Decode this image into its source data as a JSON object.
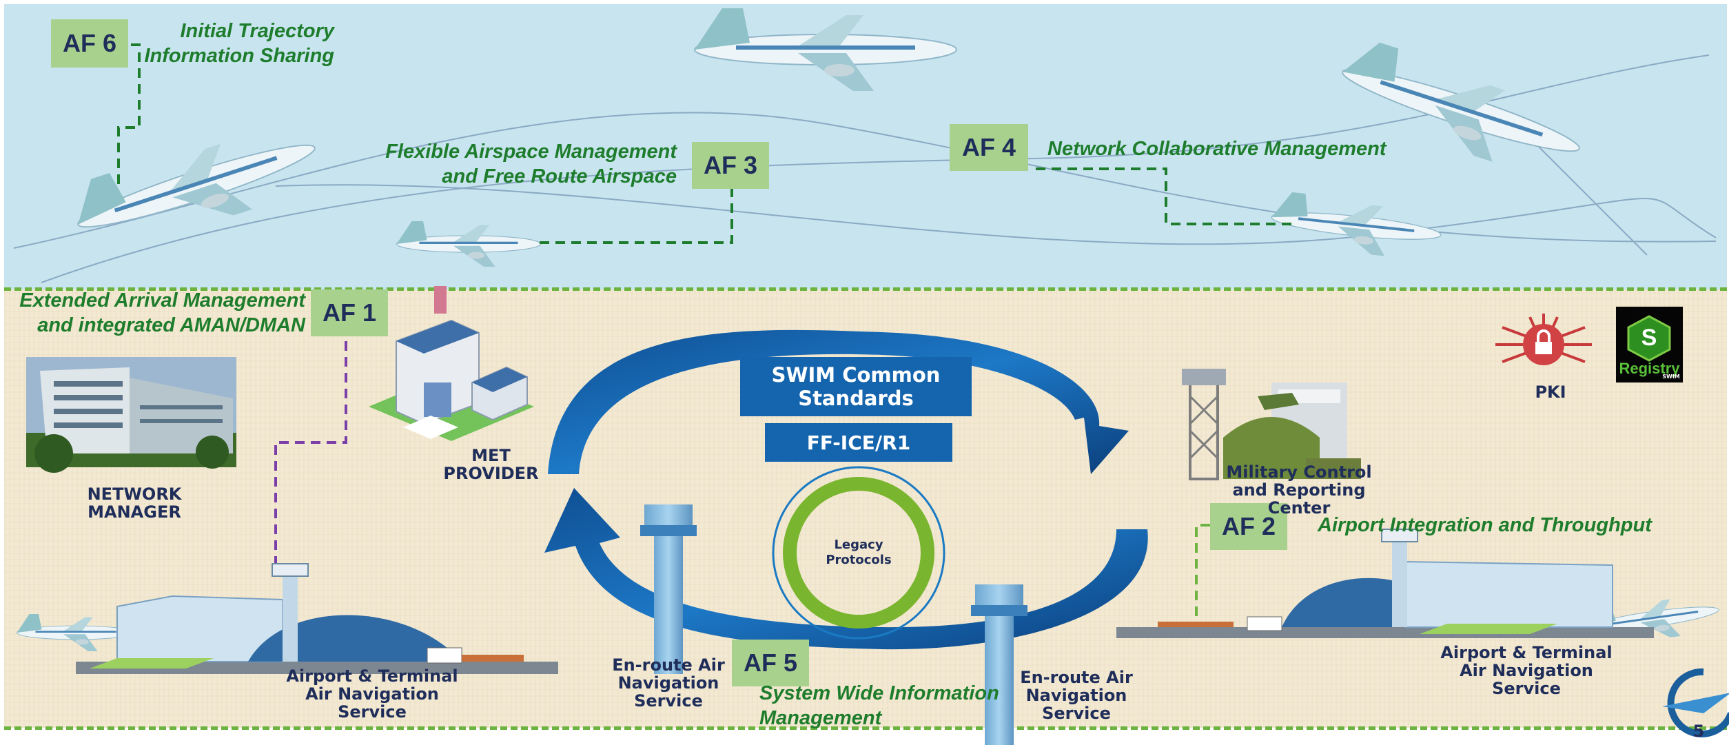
{
  "badges": {
    "af6": "AF 6",
    "af3": "AF 3",
    "af4": "AF 4",
    "af1": "AF 1",
    "af2": "AF 2",
    "af5": "AF 5"
  },
  "af_titles": {
    "af6": "Initial Trajectory Information Sharing",
    "af3_line1": "Flexible Airspace Management",
    "af3_line2": "and Free Route Airspace",
    "af4": "Network Collaborative Management",
    "af1_line1": "Extended Arrival Management",
    "af1_line2": "and integrated AMAN/DMAN",
    "af2": "Airport Integration and Throughput",
    "af5_line1": "System Wide Information",
    "af5_line2": "Management"
  },
  "af6_lines": [
    "Initial Trajectory",
    "Information Sharing"
  ],
  "center": {
    "swim_common_standards": "SWIM Common Standards",
    "ff_ice": "FF-ICE/R1",
    "legacy_protocols": "Legacy Protocols"
  },
  "nodes": {
    "network_manager": "NETWORK MANAGER",
    "met_provider": "MET PROVIDER",
    "military_center": "Military Control and Reporting Center",
    "airport_left": "Airport & Terminal Air Navigation Service",
    "airport_right": "Airport & Terminal Air Navigation Service",
    "enroute_left": "En-route Air Navigation Service",
    "enroute_right": "En-route Air Navigation Service",
    "pki": "PKI",
    "registry_s": "S",
    "registry": "Registry",
    "registry_swim": "SWIM"
  },
  "page_number": "5",
  "colors": {
    "sky": "#c8e4ef",
    "ground": "#f3e9d2",
    "af_badge": "#a9d18e",
    "af_text": "#1e7d2c",
    "swim_blue": "#1565ae",
    "legacy_ring": "#7ab52f",
    "dash_green": "#6cb33f",
    "dash_purple": "#7a3fa8"
  },
  "icons": [
    "airplane-icon",
    "building-icon",
    "met-building-icon",
    "control-tower-icon",
    "military-base-icon",
    "airport-terminal-icon",
    "pki-lock-icon",
    "swim-registry-icon",
    "eurocontrol-logo-icon"
  ]
}
